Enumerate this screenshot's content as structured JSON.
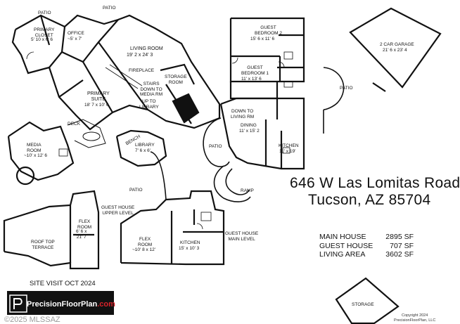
{
  "rooms": {
    "patio_top_left": "PATIO",
    "patio_top": "PATIO",
    "office": "OFFICE",
    "office_size": "~5' x 7'",
    "primary_closet": "PRIMARY\nCLOSET",
    "primary_closet_size": "5' 10 x 6' 6",
    "living_room": "LIVING ROOM",
    "living_room_size": "19' 2 x 24' 3",
    "fireplace": "FIREPLACE",
    "storage_room": "STORAGE\nROOM",
    "stairs": "STAIRS\nDOWN TO\nMEDIA RM",
    "up_to_library": "UP TO\nLIBRARY",
    "primary_suite": "PRIMARY\nSUITE",
    "primary_suite_size": "18' 7 x 10' 6",
    "deck": "DECK",
    "media_room": "MEDIA\nROOM",
    "media_room_size": "~10' x 12' 6",
    "bench": "BENCH",
    "library": "LIBRARY",
    "library_size": "7' 6 x 6'",
    "guest_bedroom_2": "GUEST\nBEDROOM 2",
    "guest_bedroom_2_size": "15' 6 x 11' 6",
    "guest_bedroom_1": "GUEST\nBEDROOM 1",
    "guest_bedroom_1_size": "11' x 13' 6",
    "down_to_living": "DOWN TO\nLIVING RM",
    "dining": "DINING",
    "dining_size": "11' x 15' 2",
    "kitchen_main": "KITCHEN",
    "kitchen_main_size": "11' x 19'",
    "patio_middle": "PATIO",
    "patio_right": "PATIO",
    "ramp": "RAMP",
    "garage": "2 CAR GARAGE",
    "garage_size": "21' 6 x 23' 4",
    "patio_guest": "PATIO",
    "guest_upper": "GUEST HOUSE\nUPPER LEVEL",
    "flex_upper": "FLEX\nROOM",
    "flex_upper_size": "6' 6 x\n21' 7",
    "roof_top": "ROOF TOP\nTERRACE",
    "flex_lower": "FLEX\nROOM",
    "flex_lower_size": "~10' 8 x 12'",
    "kitchen_guest": "KITCHEN",
    "kitchen_guest_size": "15' x 10' 3",
    "guest_main": "GUEST HOUSE\nMAIN LEVEL",
    "storage": "STORAGE"
  },
  "address": {
    "line1": "646 W Las Lomitas Road",
    "line2": "Tucson, AZ  85704"
  },
  "stats": [
    {
      "label": "MAIN HOUSE",
      "value": "2895 SF"
    },
    {
      "label": "GUEST HOUSE",
      "value": "707 SF"
    },
    {
      "label": "LIVING AREA",
      "value": "3602 SF"
    }
  ],
  "site_visit": "SITE VISIT OCT 2024",
  "logo": {
    "brand_main": "PrecisionFloorPlan",
    "brand_suffix": ".com"
  },
  "watermark": "©2025 MLSSAZ",
  "copyright": "Copyright 2024\nPrecisionFloorPlan, LLC"
}
